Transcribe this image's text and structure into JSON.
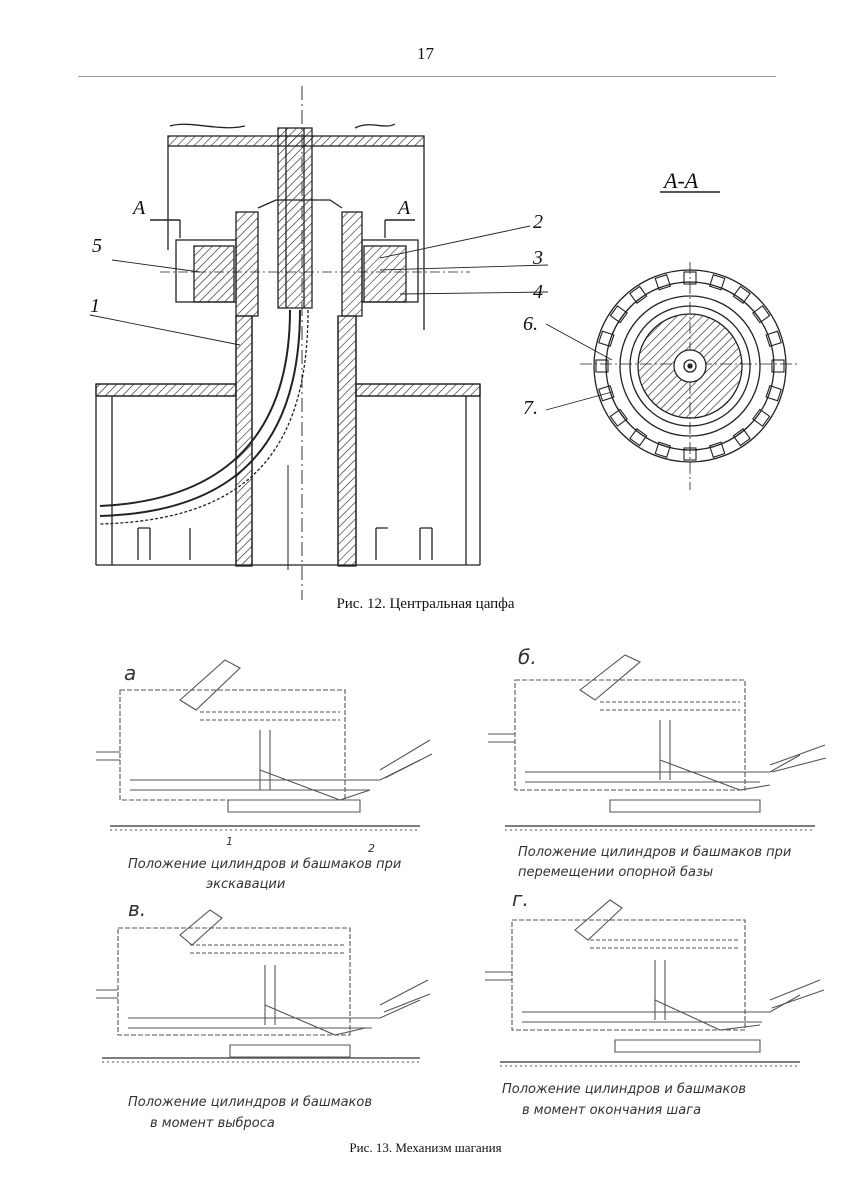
{
  "page": {
    "number": "17"
  },
  "figure12": {
    "caption": "Рис. 12. Центральная цапфа",
    "section_label": "A-A",
    "section_marks": [
      "A",
      "A"
    ],
    "callouts": [
      "1",
      "2",
      "3",
      "4",
      "5",
      "6.",
      "7."
    ]
  },
  "figure13": {
    "caption": "Рис. 13. Механизм шагания",
    "panels": [
      {
        "letter": "a",
        "caption_lines": [
          "Положение цилиндров и башмаков при",
          "экскавации"
        ],
        "callouts": [
          "1",
          "2"
        ]
      },
      {
        "letter": "б.",
        "caption_lines": [
          "Положение цилиндров и башмаков при",
          "перемещении опорной базы"
        ]
      },
      {
        "letter": "в.",
        "caption_lines": [
          "Положение цилиндров и башмаков",
          "в момент выброса"
        ]
      },
      {
        "letter": "г.",
        "caption_lines": [
          "Положение цилиндров и башмаков",
          "в момент окончания шага"
        ]
      }
    ]
  }
}
